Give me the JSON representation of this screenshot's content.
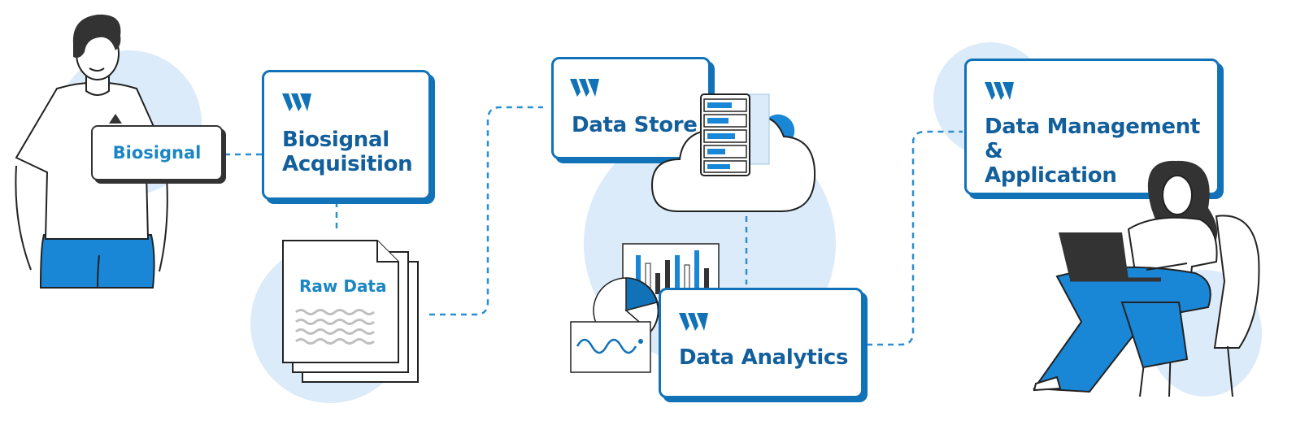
{
  "nodes": {
    "biosignal": {
      "label": "Biosignal"
    },
    "acquisition": {
      "label_line1": "Biosignal",
      "label_line2": "Acquisition"
    },
    "raw_data": {
      "label": "Raw Data"
    },
    "data_store": {
      "label": "Data Store"
    },
    "data_analytics": {
      "label": "Data Analytics"
    },
    "data_management": {
      "label_line1": "Data Management &",
      "label_line2": "Application"
    }
  },
  "icons": {
    "brand": "w-logo-icon",
    "person": "person-illustration",
    "woman_laptop": "woman-with-laptop-illustration",
    "documents": "document-stack-icon",
    "server": "server-rack-icon",
    "cloud": "cloud-icon",
    "charts": "charts-icon"
  },
  "colors": {
    "primary": "#1272b8",
    "text_blue": "#125f9c",
    "light_blue": "#dcebf9",
    "connector": "#2b8fd0",
    "outline": "#333333"
  }
}
